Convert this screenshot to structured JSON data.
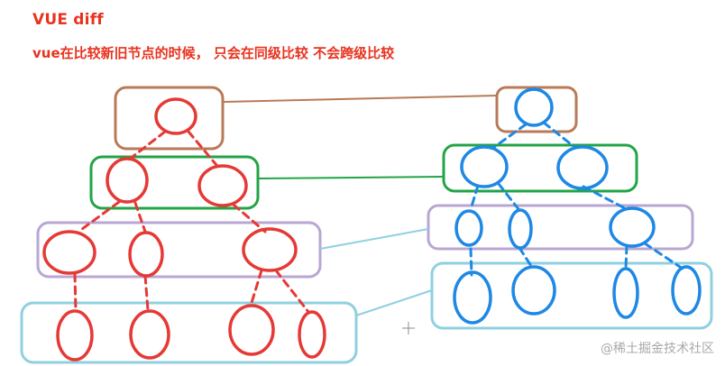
{
  "title": "VUE diff",
  "subtitle": "vue在比较新旧节点的时候， 只会在同级比较 不会跨级比较",
  "watermark": "@稀土掘金技术社区",
  "colors": {
    "text_red": "#e8331f",
    "old_tree_nodes": "#e53935",
    "new_tree_nodes": "#1e88e5",
    "level1_box": "#b97a57",
    "level2_box": "#22a447",
    "level3_box": "#b9a6d3",
    "level4_box": "#8fd0e0"
  },
  "icons": {
    "cursor": "crosshair-cursor-icon"
  }
}
